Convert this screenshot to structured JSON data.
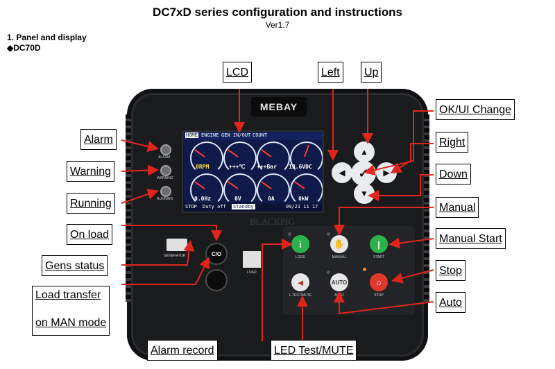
{
  "header": {
    "title": "DC7xD series configuration and instructions",
    "version": "Ver1.7",
    "section": "1. Panel and display",
    "model": "◆DC70D"
  },
  "device": {
    "brand": "MEBAY",
    "watermark": "BLACKPIG",
    "lcd": {
      "tabs": [
        "HOME",
        "ENGINE",
        "GEN",
        "IN/OUT",
        "COUNT"
      ],
      "values": [
        "0RPM",
        "+++℃",
        "+++Bar",
        "13.6VDC",
        "0.0Hz",
        "0V",
        "0A",
        "0kW"
      ],
      "status": [
        "STOP",
        "Duty off",
        "Standby",
        "09/21 11 17"
      ]
    },
    "leds": [
      "ALARM",
      "WARNING",
      "RUNNING"
    ],
    "keys": {
      "logs": "LOGS",
      "manual": "MANUAL",
      "start": "START",
      "test_mute": "L.TEST/MUTE",
      "auto": "AUTO",
      "stop": "STOP"
    },
    "generator_label": "GENERATOR",
    "load_label": "LOAD",
    "co_label": "C/O"
  },
  "callouts": {
    "lcd": "LCD",
    "left": "Left",
    "up": "Up",
    "ok": "OK/UI Change",
    "right": "Right",
    "down": "Down",
    "manual": "Manual",
    "manual_start": "Manual Start",
    "stop": "Stop",
    "auto": "Auto",
    "alarm": "Alarm",
    "warning": "Warning",
    "running": "Running",
    "on_load": "On load",
    "gens_status": "Gens status",
    "load_transfer_1": "Load transfer",
    "load_transfer_2": "on MAN mode",
    "alarm_record": "Alarm record",
    "led_test": "LED Test/MUTE"
  },
  "colors": {
    "key_green": "#2bb24a",
    "key_red": "#e0392c",
    "key_grey": "#e7e7e7",
    "lcd_blue": "#0d1a4a",
    "arrow_red": "#e0261c"
  }
}
